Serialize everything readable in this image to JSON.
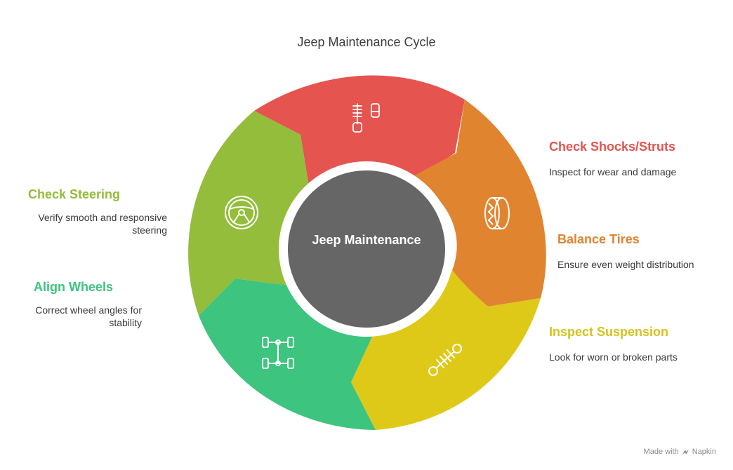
{
  "title": "Jeep Maintenance Cycle",
  "center_label": "Jeep Maintenance",
  "colors": {
    "red": "#E5544F",
    "orange": "#E08430",
    "yellow": "#DFC918",
    "green": "#3DC47E",
    "lime": "#93BD3A",
    "center": "#666666"
  },
  "steps": [
    {
      "title": "Check Shocks/Struts",
      "desc": "Inspect for wear and damage",
      "icon": "shock-brush-icon",
      "color": "#E5544F"
    },
    {
      "title": "Balance Tires",
      "desc": "Ensure even weight distribution",
      "icon": "tire-icon",
      "color": "#E08430"
    },
    {
      "title": "Inspect Suspension",
      "desc": "Look for worn or broken parts",
      "icon": "suspension-spring-icon",
      "color": "#DFC918"
    },
    {
      "title": "Align Wheels",
      "desc": "Correct wheel angles for stability",
      "icon": "wheel-axle-icon",
      "color": "#3DC47E"
    },
    {
      "title": "Check Steering",
      "desc": "Verify smooth and responsive steering",
      "icon": "steering-wheel-icon",
      "color": "#93BD3A"
    }
  ],
  "watermark": {
    "prefix": "Made with",
    "brand": "Napkin"
  }
}
